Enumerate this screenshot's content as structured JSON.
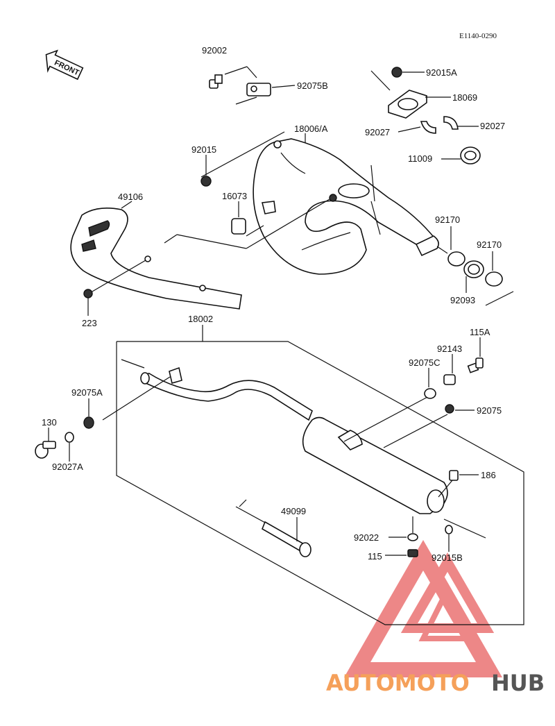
{
  "diagram_code": "E1140-0290",
  "front_label": "FRONT",
  "parts": [
    {
      "id": "p92002",
      "label": "92002"
    },
    {
      "id": "p92075B",
      "label": "92075B"
    },
    {
      "id": "p92015A",
      "label": "92015A"
    },
    {
      "id": "p18069",
      "label": "18069"
    },
    {
      "id": "p18006A",
      "label": "18006/A"
    },
    {
      "id": "p92027a",
      "label": "92027"
    },
    {
      "id": "p92027b",
      "label": "92027"
    },
    {
      "id": "p11009",
      "label": "11009"
    },
    {
      "id": "p92015",
      "label": "92015"
    },
    {
      "id": "p16073",
      "label": "16073"
    },
    {
      "id": "p49106",
      "label": "49106"
    },
    {
      "id": "p92170a",
      "label": "92170"
    },
    {
      "id": "p92170b",
      "label": "92170"
    },
    {
      "id": "p92093",
      "label": "92093"
    },
    {
      "id": "p223",
      "label": "223"
    },
    {
      "id": "p18002",
      "label": "18002"
    },
    {
      "id": "p115A",
      "label": "115A"
    },
    {
      "id": "p92143",
      "label": "92143"
    },
    {
      "id": "p92075C",
      "label": "92075C"
    },
    {
      "id": "p92075A",
      "label": "92075A"
    },
    {
      "id": "p92075",
      "label": "92075"
    },
    {
      "id": "p130",
      "label": "130"
    },
    {
      "id": "p92027A",
      "label": "92027A"
    },
    {
      "id": "p186",
      "label": "186"
    },
    {
      "id": "p49099",
      "label": "49099"
    },
    {
      "id": "p92022",
      "label": "92022"
    },
    {
      "id": "p115",
      "label": "115"
    },
    {
      "id": "p92015B",
      "label": "92015B"
    }
  ],
  "watermark": {
    "part1": "AUTOMOTO",
    "part2": "HUB",
    "color1": "#f5a05a",
    "color2": "#555555",
    "triangle_color": "#e86060"
  }
}
